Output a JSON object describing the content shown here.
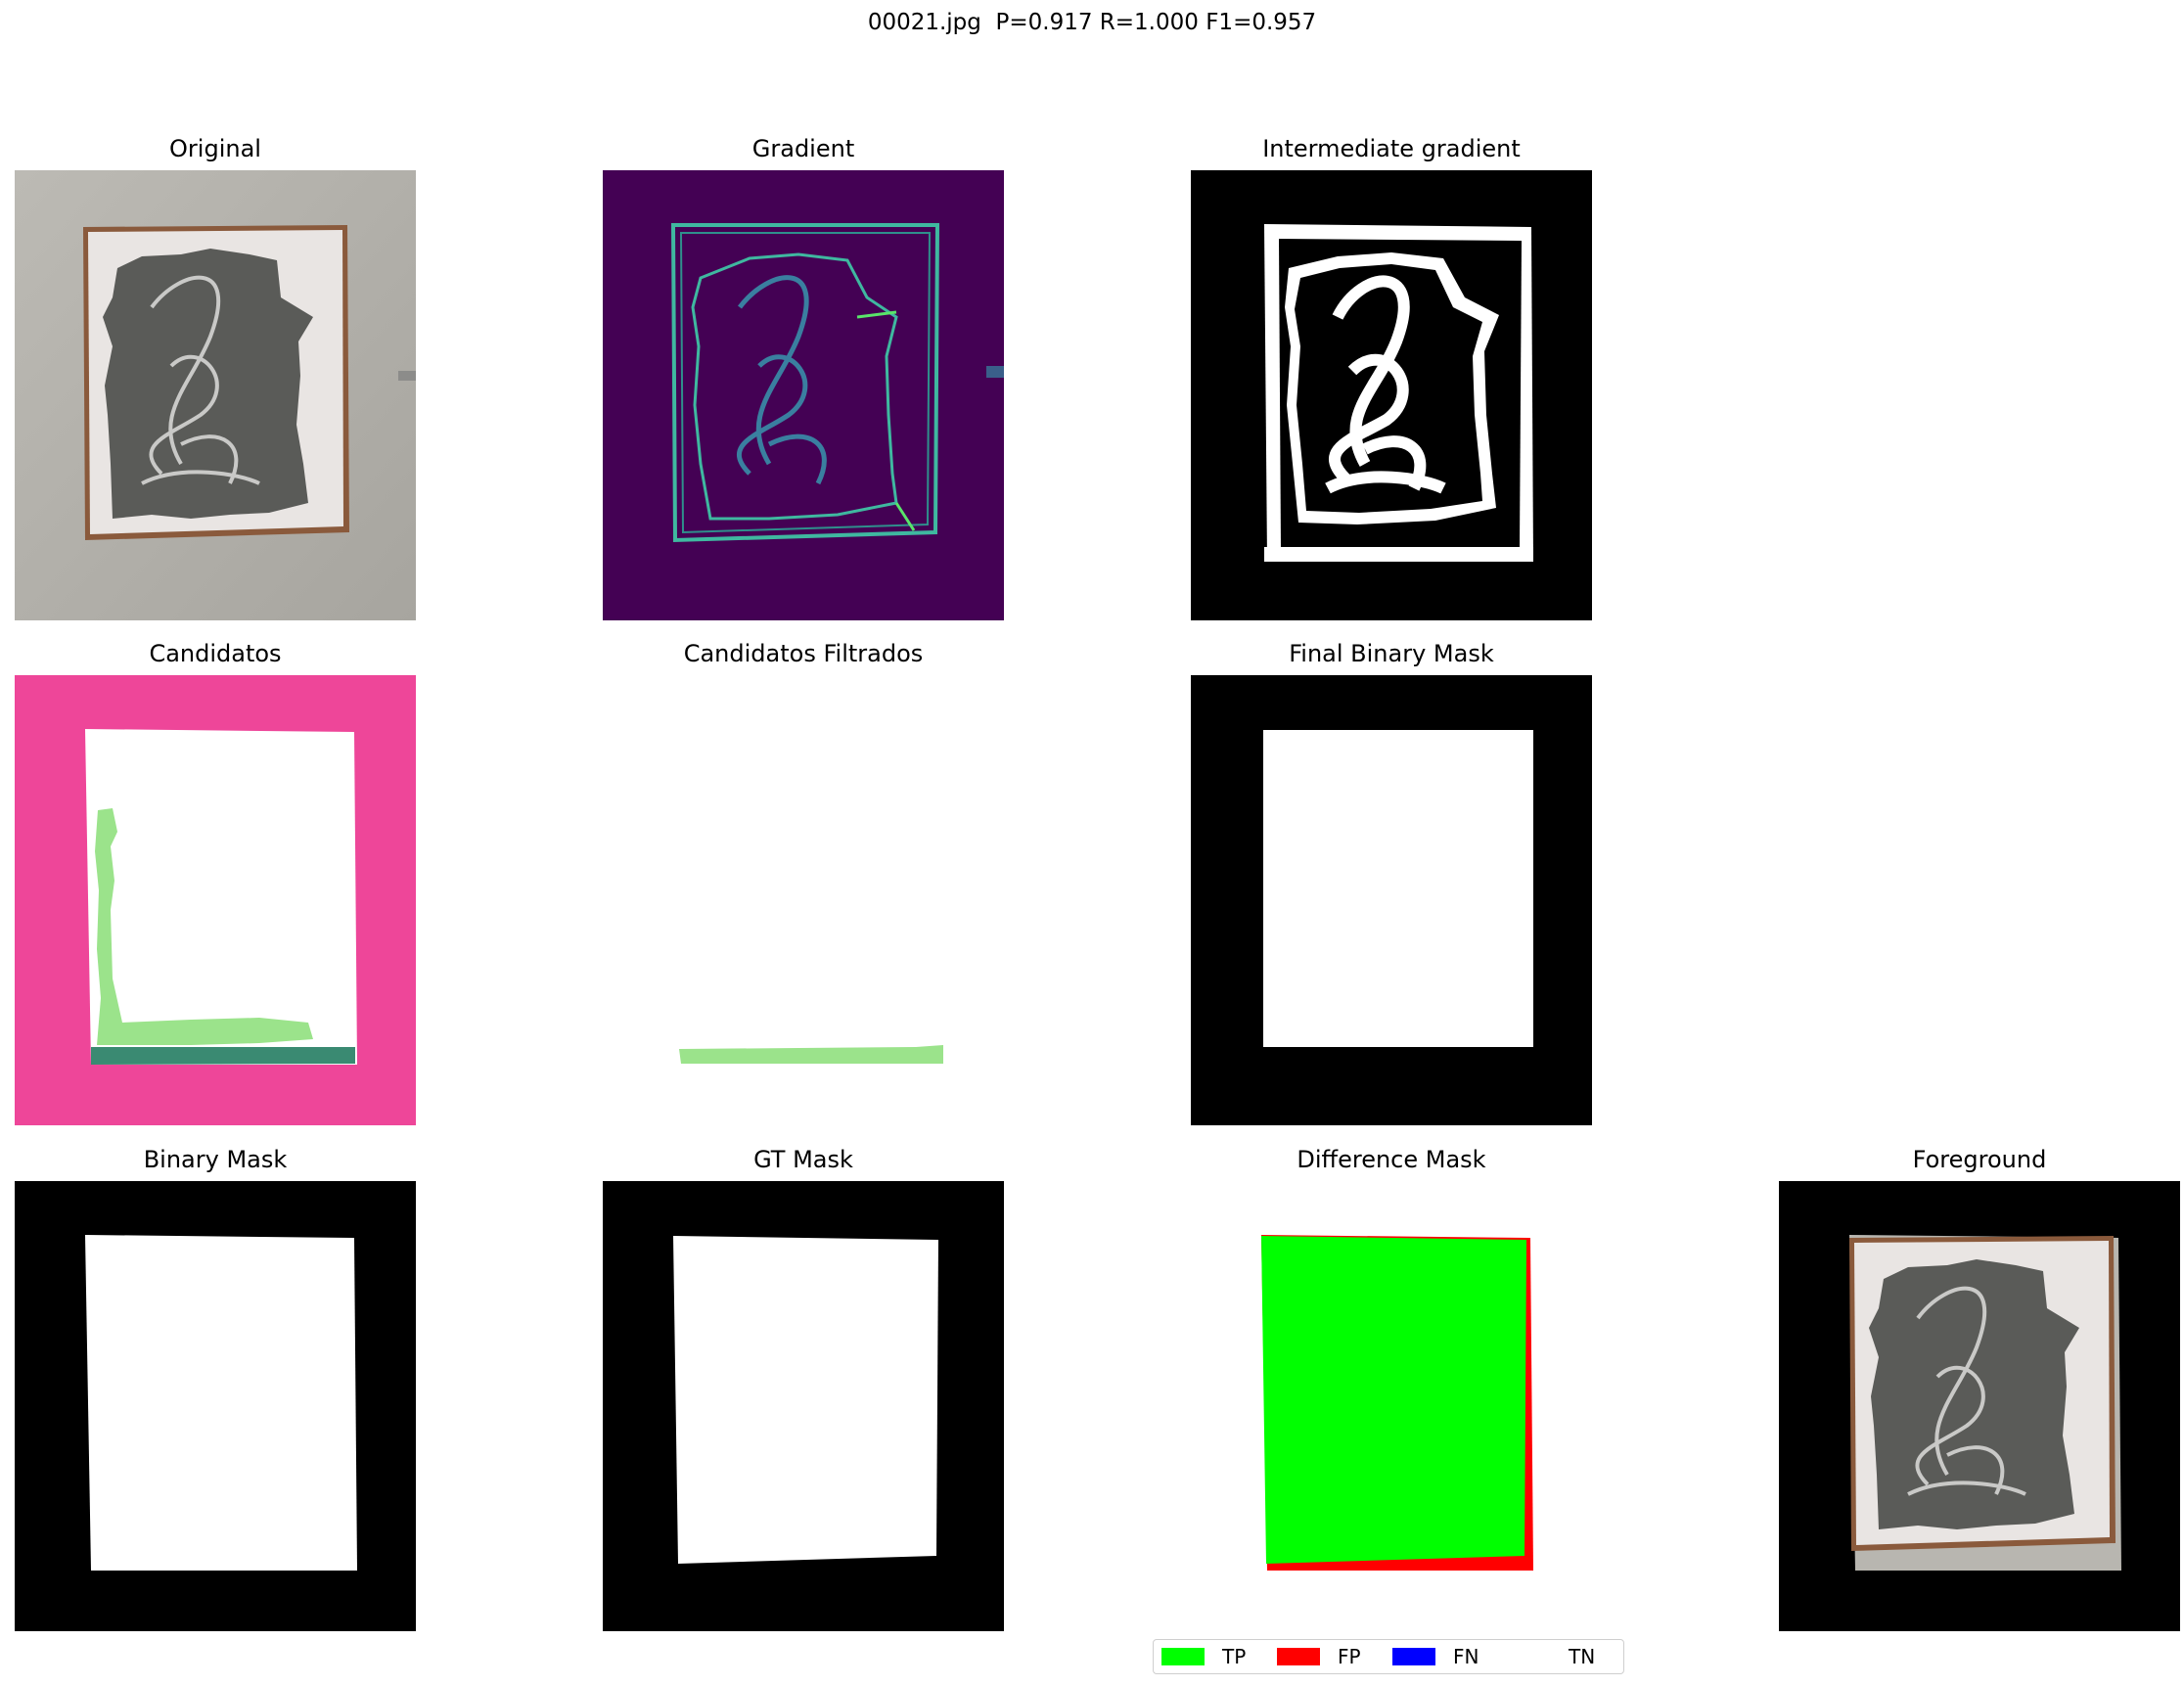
{
  "figure": {
    "title": "00021.jpg  P=0.917 R=1.000 F1=0.957"
  },
  "panels": {
    "original": {
      "title": "Original"
    },
    "gradient": {
      "title": "Gradient"
    },
    "intermediate_gradient": {
      "title": "Intermediate gradient"
    },
    "candidatos": {
      "title": "Candidatos"
    },
    "candidatos_filtrados": {
      "title": "Candidatos Filtrados"
    },
    "final_binary_mask": {
      "title": "Final Binary Mask"
    },
    "binary_mask": {
      "title": "Binary Mask"
    },
    "gt_mask": {
      "title": "GT Mask"
    },
    "difference_mask": {
      "title": "Difference Mask"
    },
    "foreground": {
      "title": "Foreground"
    }
  },
  "legend": {
    "items": [
      {
        "label": "TP",
        "color": "#00ff00"
      },
      {
        "label": "FP",
        "color": "#ff0000"
      },
      {
        "label": "FN",
        "color": "#0000ff"
      },
      {
        "label": "TN",
        "color": "#ffffff"
      }
    ]
  },
  "colors": {
    "candidate_background": "#ee4699",
    "candidate_light_green": "#9be38b",
    "candidate_dark_green": "#3a8a72",
    "gradient_background": "#440154",
    "gradient_lines": "#3fb8a0",
    "gradient_bright": "#59e56a",
    "painting_gray": "#5a5b58",
    "wall_gray": "#b8b6b0",
    "frame_brown": "#8a5a3c"
  }
}
